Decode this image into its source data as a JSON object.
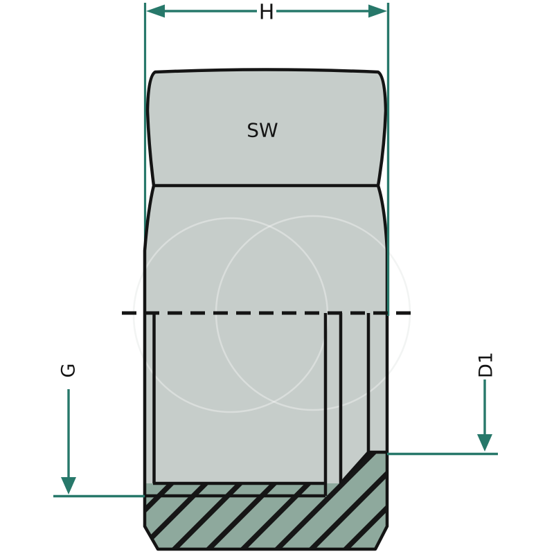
{
  "diagram": {
    "labels": {
      "h": "H",
      "sw": "SW",
      "g": "G",
      "d1": "D1"
    },
    "colors": {
      "dimension": "#27786a",
      "outline": "#141414",
      "body_fill": "#c6cdca",
      "hatch_fill": "#8ea99d",
      "background": "#ffffff"
    }
  }
}
